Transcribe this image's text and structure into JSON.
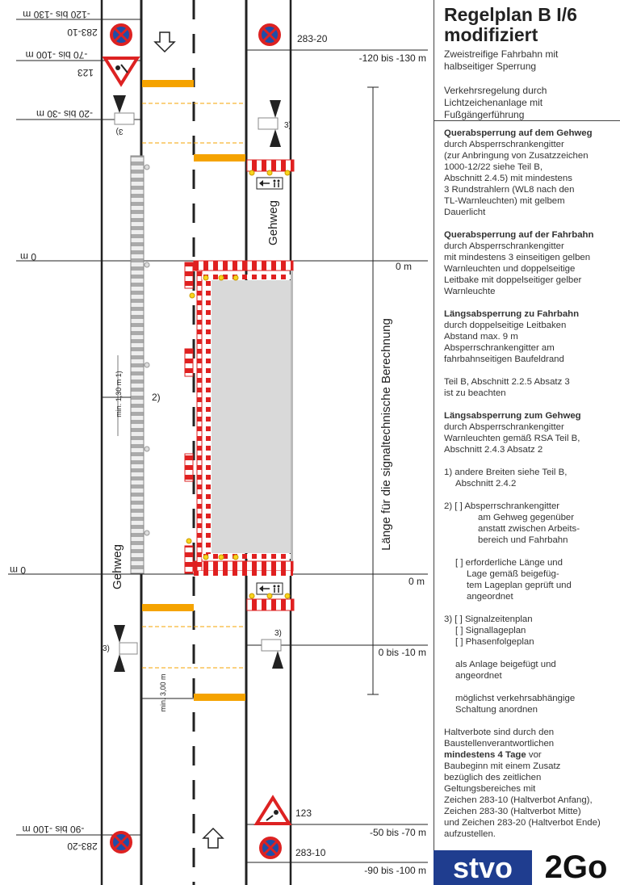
{
  "panel": {
    "title_line1": "Regelplan B I/6",
    "title_line2": "modifiziert",
    "subtitle_line1": "Zweistreifige Fahrbahn mit",
    "subtitle_line2": "halbseitiger Sperrung",
    "regulation_line1": "Verkehrsregelung durch",
    "regulation_line2": "Lichtzeichenanlage mit",
    "regulation_line3": "Fußgängerführung",
    "quer_gehweg": {
      "heading": "Querabsperrung auf dem Gehweg",
      "lines": [
        "durch Absperrschrankengitter",
        "(zur Anbringung von Zusatzzeichen",
        "1000-12/22 siehe Teil B,",
        "Abschnitt 2.4.5) mit mindestens",
        "3 Rundstrahlern (WL8 nach den",
        "TL-Warnleuchten) mit gelbem",
        "Dauerlicht"
      ]
    },
    "quer_fahrbahn": {
      "heading": "Querabsperrung auf der Fahrbahn",
      "lines": [
        "durch Absperrschrankengitter",
        "mit mindestens 3 einseitigen gelben",
        "Warnleuchten und doppelseitige",
        "Leitbake mit doppelseitiger gelber",
        "Warnleuchte"
      ]
    },
    "laengs_fahrbahn": {
      "heading": "Längsabsperrung zu Fahrbahn",
      "lines": [
        "durch doppelseitige Leitbaken",
        "Abstand max. 9 m",
        "Absperrschrankengitter am",
        "fahrbahnseitigen Baufeldrand"
      ]
    },
    "teil_b_note": {
      "lines": [
        "Teil B, Abschnitt 2.2.5 Absatz 3",
        "ist zu beachten"
      ]
    },
    "laengs_gehweg": {
      "heading": "Längsabsperrung zum Gehweg",
      "lines": [
        "durch Absperrschrankengitter",
        "Warnleuchten gemäß RSA Teil B,",
        "Abschnitt 2.4.3 Absatz 2"
      ]
    },
    "note1": {
      "line1": "1) andere Breiten siehe Teil B,",
      "line2": "Abschnitt 2.4.2"
    },
    "note2": {
      "line1": "2) [ ] Absperrschrankengitter",
      "line2": "am Gehweg gegenüber",
      "line3": "anstatt zwischen Arbeits-",
      "line4": "bereich und Fahrbahn",
      "line5": "[ ] erforderliche Länge und",
      "line6": "Lage gemäß beigefüg-",
      "line7": "tem Lageplan geprüft und",
      "line8": "angeordnet"
    },
    "note3": {
      "line1": "3) [ ] Signalzeitenplan",
      "line2": "[ ] Signallageplan",
      "line3": "[ ] Phasenfolgeplan",
      "line4": "als Anlage beigefügt und",
      "line5": "angeordnet",
      "line6": "möglichst verkehrsabhängige",
      "line7": "Schaltung anordnen"
    },
    "halt": {
      "line1": "Haltverbote sind durch den",
      "line2": "Baustellenverantwortlichen",
      "bold": "mindestens 4 Tage",
      "line3_rest": "vor",
      "line4": "Baubeginn mit einem Zusatz",
      "line5": "bezüglich des zeitlichen",
      "line6": "Geltungsbereiches mit",
      "line7": "Zeichen 283-10 (Haltverbot Anfang),",
      "line8": "Zeichen 283-30 (Haltverbot Mitte)",
      "line9": "und Zeichen 283-20 (Haltverbot Ende)",
      "line10": "aufzustellen."
    }
  },
  "logo": {
    "part1": "stvo",
    "part2": "2Go"
  },
  "diagram": {
    "dist_top_left_1": "-120 bis -130 m",
    "sign_top_left_1": "283-10",
    "dist_top_left_2": "-70 bis -100 m",
    "sign_top_left_2": "123",
    "dist_top_left_3": "-20 bis -30 m",
    "sign_top_right": "283-20",
    "dist_top_right": "-120 bis -130 m",
    "zero_left_top": "0 m",
    "zero_right_top": "0 m",
    "zero_left_bottom": "0 m",
    "zero_right_bottom": "0 m",
    "dist_bottom_right_1": "0 bis -10 m",
    "sign_bottom_right_1": "123",
    "dist_bottom_right_2": "-50 bis -70 m",
    "sign_bottom_right_2": "283-10",
    "dist_bottom_right_3": "-90 bis -100 m",
    "dist_bottom_left": "-90 bis -100 m",
    "sign_bottom_left": "283-20",
    "gehweg_right": "Gehweg",
    "gehweg_left": "Gehweg",
    "length_label": "Länge für die signaltechnische Berechnung",
    "min_width_1": "min. 1,30 m 1)",
    "min_width_2": "min. 3,00 m",
    "footnote_2": "2)",
    "footnote_3a": "3)",
    "footnote_3b": "3)",
    "footnote_3c": "3)",
    "footnote_3d": "3)"
  }
}
